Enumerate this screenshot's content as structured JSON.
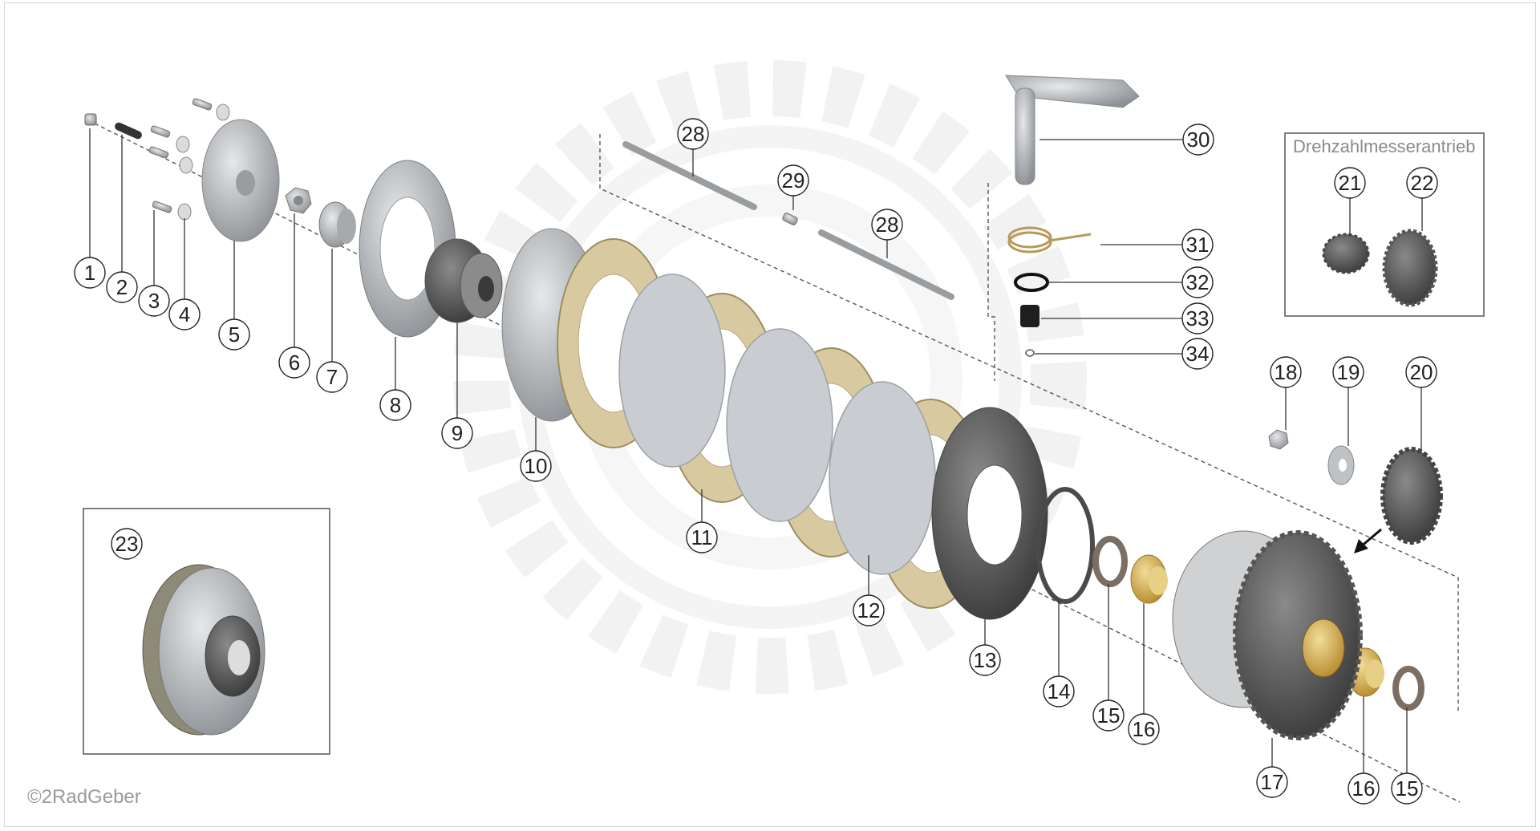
{
  "inset_tacho": {
    "title": "Drehzahlmesserantrieb"
  },
  "copyright": "©2RadGeber",
  "callouts": [
    {
      "label": "1"
    },
    {
      "label": "2"
    },
    {
      "label": "3"
    },
    {
      "label": "4"
    },
    {
      "label": "5"
    },
    {
      "label": "6"
    },
    {
      "label": "7"
    },
    {
      "label": "8"
    },
    {
      "label": "9"
    },
    {
      "label": "10"
    },
    {
      "label": "11"
    },
    {
      "label": "12"
    },
    {
      "label": "13"
    },
    {
      "label": "14"
    },
    {
      "label": "15"
    },
    {
      "label": "16"
    },
    {
      "label": "17"
    },
    {
      "label": "16"
    },
    {
      "label": "15"
    },
    {
      "label": "18"
    },
    {
      "label": "19"
    },
    {
      "label": "20"
    },
    {
      "label": "21"
    },
    {
      "label": "22"
    },
    {
      "label": "23"
    },
    {
      "label": "28"
    },
    {
      "label": "29"
    },
    {
      "label": "28"
    },
    {
      "label": "30"
    },
    {
      "label": "31"
    },
    {
      "label": "32"
    },
    {
      "label": "33"
    },
    {
      "label": "34"
    }
  ],
  "colors": {
    "steel": "#b9bcbf",
    "friction": "#d8c9a0",
    "brass": "#d6b24a",
    "dark": "#3f3f3f",
    "watermark": "#e9e9e9"
  }
}
